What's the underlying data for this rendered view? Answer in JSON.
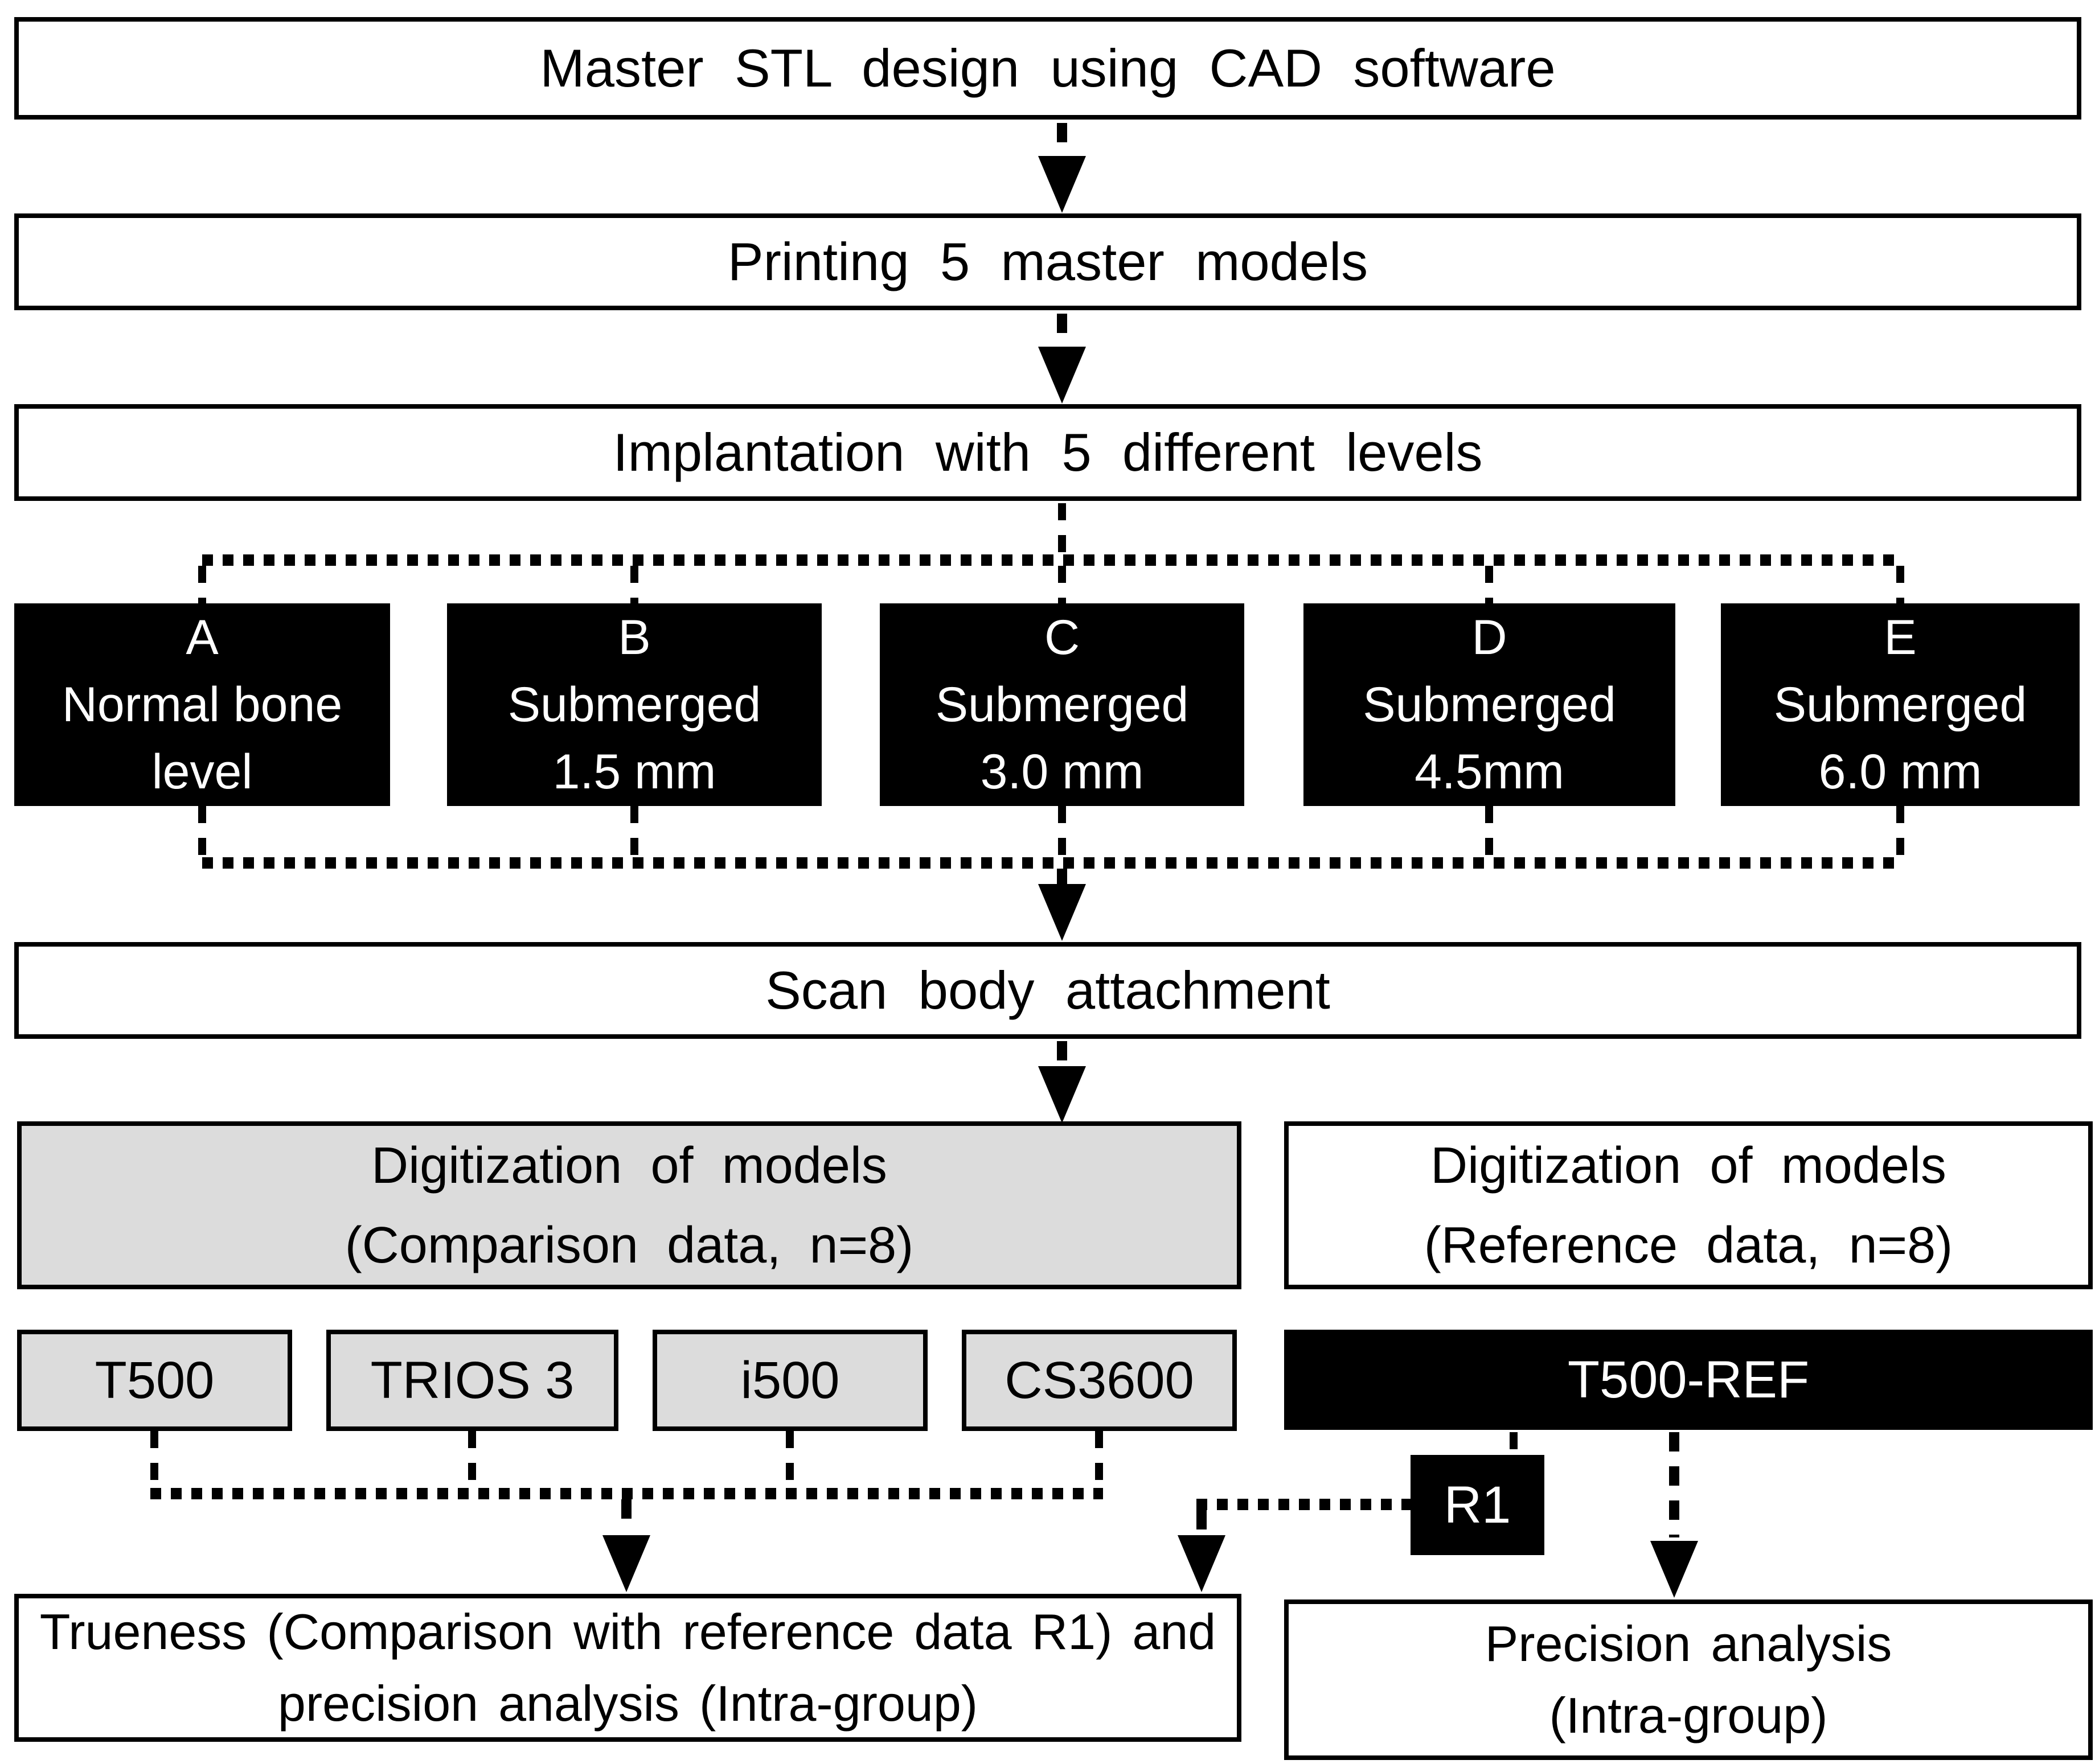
{
  "palette": {
    "background": "#ffffff",
    "box_border": "#000000",
    "black_fill": "#000000",
    "gray_fill": "#dcdcdc",
    "text_dark": "#000000",
    "text_light": "#ffffff"
  },
  "steps": {
    "master_design": "Master STL design using CAD software",
    "printing": "Printing 5 master models",
    "implantation": "Implantation with 5 different levels",
    "scan_body": "Scan body attachment"
  },
  "implant_levels": [
    {
      "letter": "A",
      "line1": "Normal bone",
      "line2": "level"
    },
    {
      "letter": "B",
      "line1": "Submerged",
      "line2": "1.5 mm"
    },
    {
      "letter": "C",
      "line1": "Submerged",
      "line2": "3.0 mm"
    },
    {
      "letter": "D",
      "line1": "Submerged",
      "line2": "4.5mm"
    },
    {
      "letter": "E",
      "line1": "Submerged",
      "line2": "6.0 mm"
    }
  ],
  "digitization": {
    "comparison": {
      "line1": "Digitization of models",
      "line2": "(Comparison data, n=8)"
    },
    "reference": {
      "line1": "Digitization of models",
      "line2": "(Reference data, n=8)"
    }
  },
  "scanners": [
    "T500",
    "TRIOS 3",
    "i500",
    "CS3600"
  ],
  "reference_scanner": "T500-REF",
  "reference_data_label": "R1",
  "analysis": {
    "trueness": {
      "line1": "Trueness (Comparison with reference data R1) and",
      "line2": "precision analysis (Intra-group)"
    },
    "precision": {
      "line1": "Precision analysis",
      "line2": "(Intra-group)"
    }
  }
}
